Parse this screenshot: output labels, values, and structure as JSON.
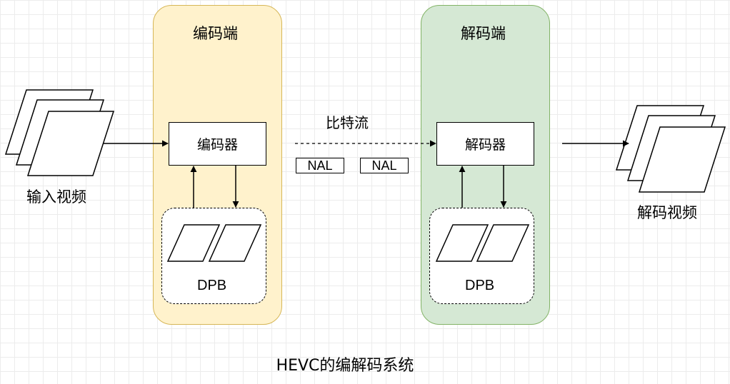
{
  "encoder_side": {
    "title": "编码端",
    "block_label": "编码器",
    "buffer_label": "DPB"
  },
  "decoder_side": {
    "title": "解码端",
    "block_label": "解码器",
    "buffer_label": "DPB"
  },
  "input_label": "输入视频",
  "output_label": "解码视频",
  "bitstream_label": "比特流",
  "nal_units": [
    "NAL",
    "NAL"
  ],
  "diagram_title": "HEVC的编解码系统",
  "colors": {
    "encoder_fill": "#fff2cc",
    "encoder_stroke": "#d6b656",
    "decoder_fill": "#d5e8d4",
    "decoder_stroke": "#82b366"
  }
}
